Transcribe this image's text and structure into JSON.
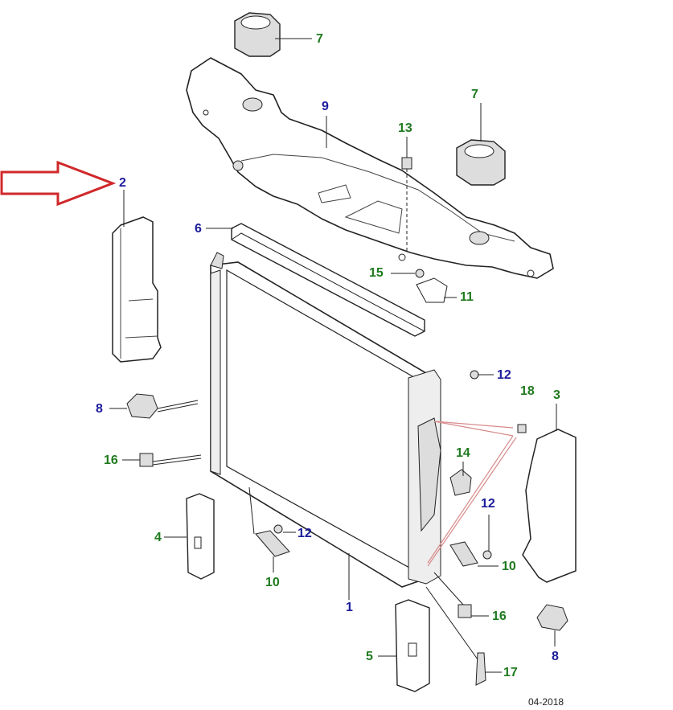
{
  "callouts": [
    {
      "id": "c2",
      "text": "2"
    },
    {
      "id": "c7a",
      "text": "7"
    },
    {
      "id": "c7b",
      "text": "7"
    },
    {
      "id": "c9",
      "text": "9"
    },
    {
      "id": "c13",
      "text": "13"
    },
    {
      "id": "c6",
      "text": "6"
    },
    {
      "id": "c15",
      "text": "15"
    },
    {
      "id": "c11",
      "text": "11"
    },
    {
      "id": "c12a",
      "text": "12"
    },
    {
      "id": "c18",
      "text": "18"
    },
    {
      "id": "c3",
      "text": "3"
    },
    {
      "id": "c8a",
      "text": "8"
    },
    {
      "id": "c16a",
      "text": "16"
    },
    {
      "id": "c14",
      "text": "14"
    },
    {
      "id": "c12b",
      "text": "12"
    },
    {
      "id": "c4",
      "text": "4"
    },
    {
      "id": "c12c",
      "text": "12"
    },
    {
      "id": "c10a",
      "text": "10"
    },
    {
      "id": "c10b",
      "text": "10"
    },
    {
      "id": "c1",
      "text": "1"
    },
    {
      "id": "c16b",
      "text": "16"
    },
    {
      "id": "c8b",
      "text": "8"
    },
    {
      "id": "c5",
      "text": "5"
    },
    {
      "id": "c17",
      "text": "17"
    }
  ],
  "date_code": "04-2018",
  "colors": {
    "blue_label": "#1c1c9c",
    "green_label": "#1f7a1f",
    "arrow": "#d0282a",
    "leader_red": "#d88a8a",
    "line": "#222222"
  }
}
